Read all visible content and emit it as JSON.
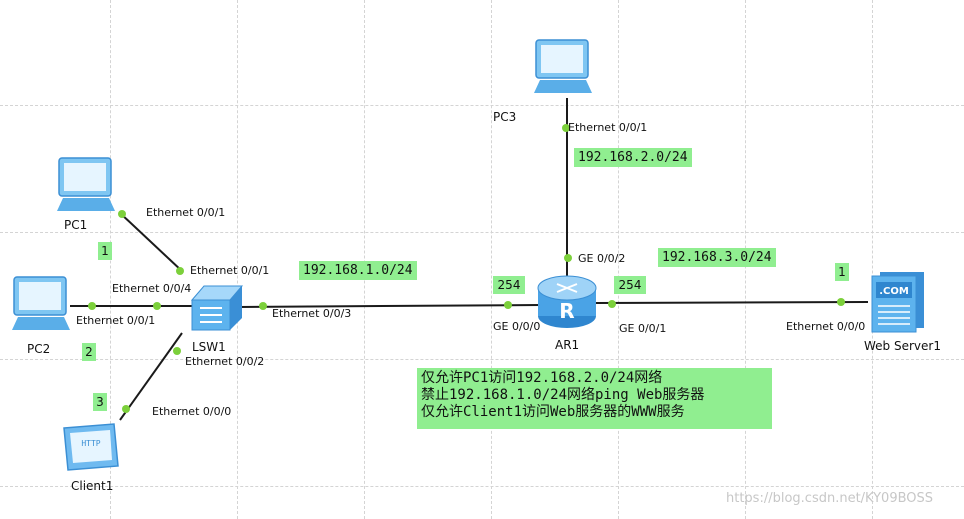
{
  "devices": {
    "pc1": "PC1",
    "pc2": "PC2",
    "pc3": "PC3",
    "lsw1": "LSW1",
    "ar1": "AR1",
    "client1": "Client1",
    "web_server1": "Web Server1",
    "client_icon_text": "HTTP",
    "server_icon_text": ".COM",
    "router_icon_text": "R"
  },
  "interfaces": {
    "pc1_port": "Ethernet 0/0/1",
    "lsw1_to_pc1": "Ethernet 0/0/1",
    "lsw1_to_pc2": "Ethernet 0/0/4",
    "pc2_port": "Ethernet 0/0/1",
    "lsw1_to_ar1": "Ethernet 0/0/3",
    "lsw1_to_client1": "Ethernet 0/0/2",
    "client1_port": "Ethernet 0/0/0",
    "pc3_port": "Ethernet 0/0/1",
    "ar1_top": "GE 0/0/2",
    "ar1_left": "GE 0/0/0",
    "ar1_right": "GE 0/0/1",
    "server_port": "Ethernet 0/0/0"
  },
  "networks": {
    "net1": "192.168.1.0/24",
    "net2": "192.168.2.0/24",
    "net3": "192.168.3.0/24"
  },
  "host_tags": {
    "pc1": "1",
    "pc2": "2",
    "client1": "3",
    "server": "1",
    "ar1_left": "254",
    "ar1_right": "254"
  },
  "notes": [
    "仅允许PC1访问192.168.2.0/24网络",
    "禁止192.168.1.0/24网络ping Web服务器",
    "仅允许Client1访问Web服务器的WWW服务"
  ],
  "watermark": "https://blog.csdn.net/KY09BOSS",
  "colors": {
    "label_bg": "#90ee90",
    "link": "#1a1a1a",
    "port_dot": "#7cd03b",
    "pc_blue": "#5aaee8",
    "router_blue": "#4aa3e6"
  }
}
